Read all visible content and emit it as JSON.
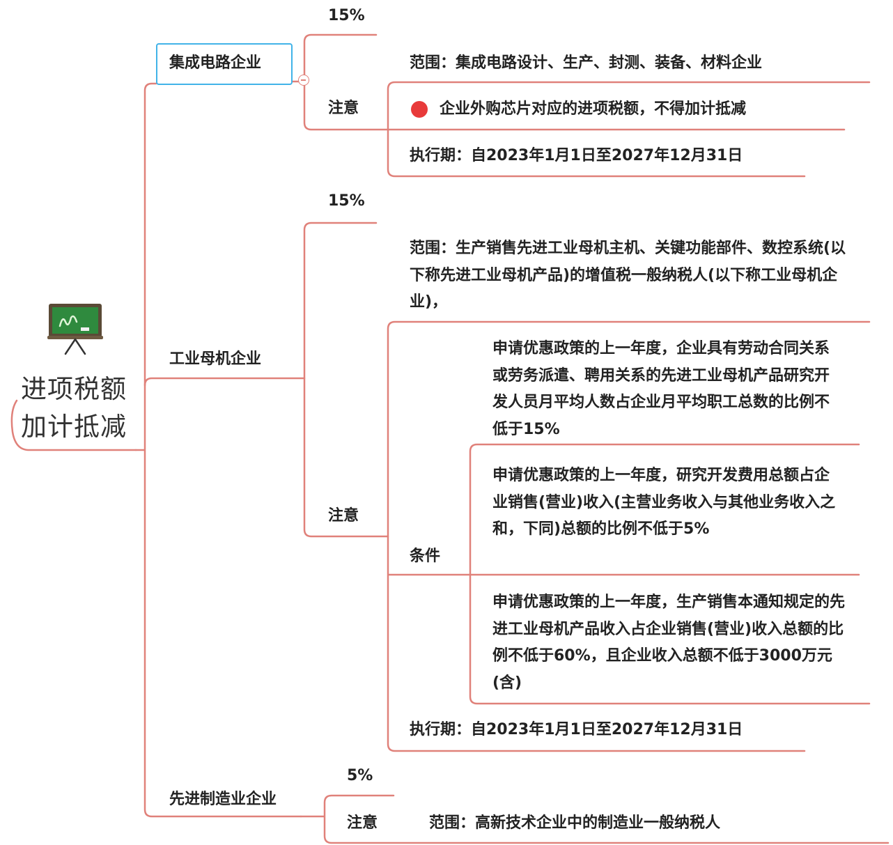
{
  "root": {
    "title": "进项税额加计抵减",
    "icon": "blackboard-icon"
  },
  "colors": {
    "line": "#e0817a",
    "highlight_border": "#41b3e8",
    "dot": "#e83a3a"
  },
  "ic": {
    "label": "集成电路企业",
    "rate": "15%",
    "note": "注意",
    "scope": "范围：集成电路设计、生产、封测、装备、材料企业",
    "warning": "企业外购芯片对应的进项税额，不得加计抵减",
    "period": "执行期：自2023年1月1日至2027年12月31日"
  },
  "machine": {
    "label": "工业母机企业",
    "rate": "15%",
    "note": "注意",
    "scope": "范围：生产销售先进工业母机主机、关键功能部件、数控系统(以下称先进工业母机产品)的增值税一般纳税人(以下称工业母机企业)，",
    "condition_label": "条件",
    "conditions": [
      "申请优惠政策的上一年度，企业具有劳动合同关系或劳务派遣、聘用关系的先进工业母机产品研究开发人员月平均人数占企业月平均职工总数的比例不低于15%",
      "申请优惠政策的上一年度，研究开发费用总额占企业销售(营业)收入(主营业务收入与其他业务收入之和，下同)总额的比例不低于5%",
      "申请优惠政策的上一年度，生产销售本通知规定的先进工业母机产品收入占企业销售(营业)收入总额的比例不低于60%，且企业收入总额不低于3000万元(含)"
    ],
    "period": "执行期：自2023年1月1日至2027年12月31日"
  },
  "advanced": {
    "label": "先进制造业企业",
    "rate": "5%",
    "note": "注意",
    "scope": "范围：高新技术企业中的制造业一般纳税人"
  }
}
